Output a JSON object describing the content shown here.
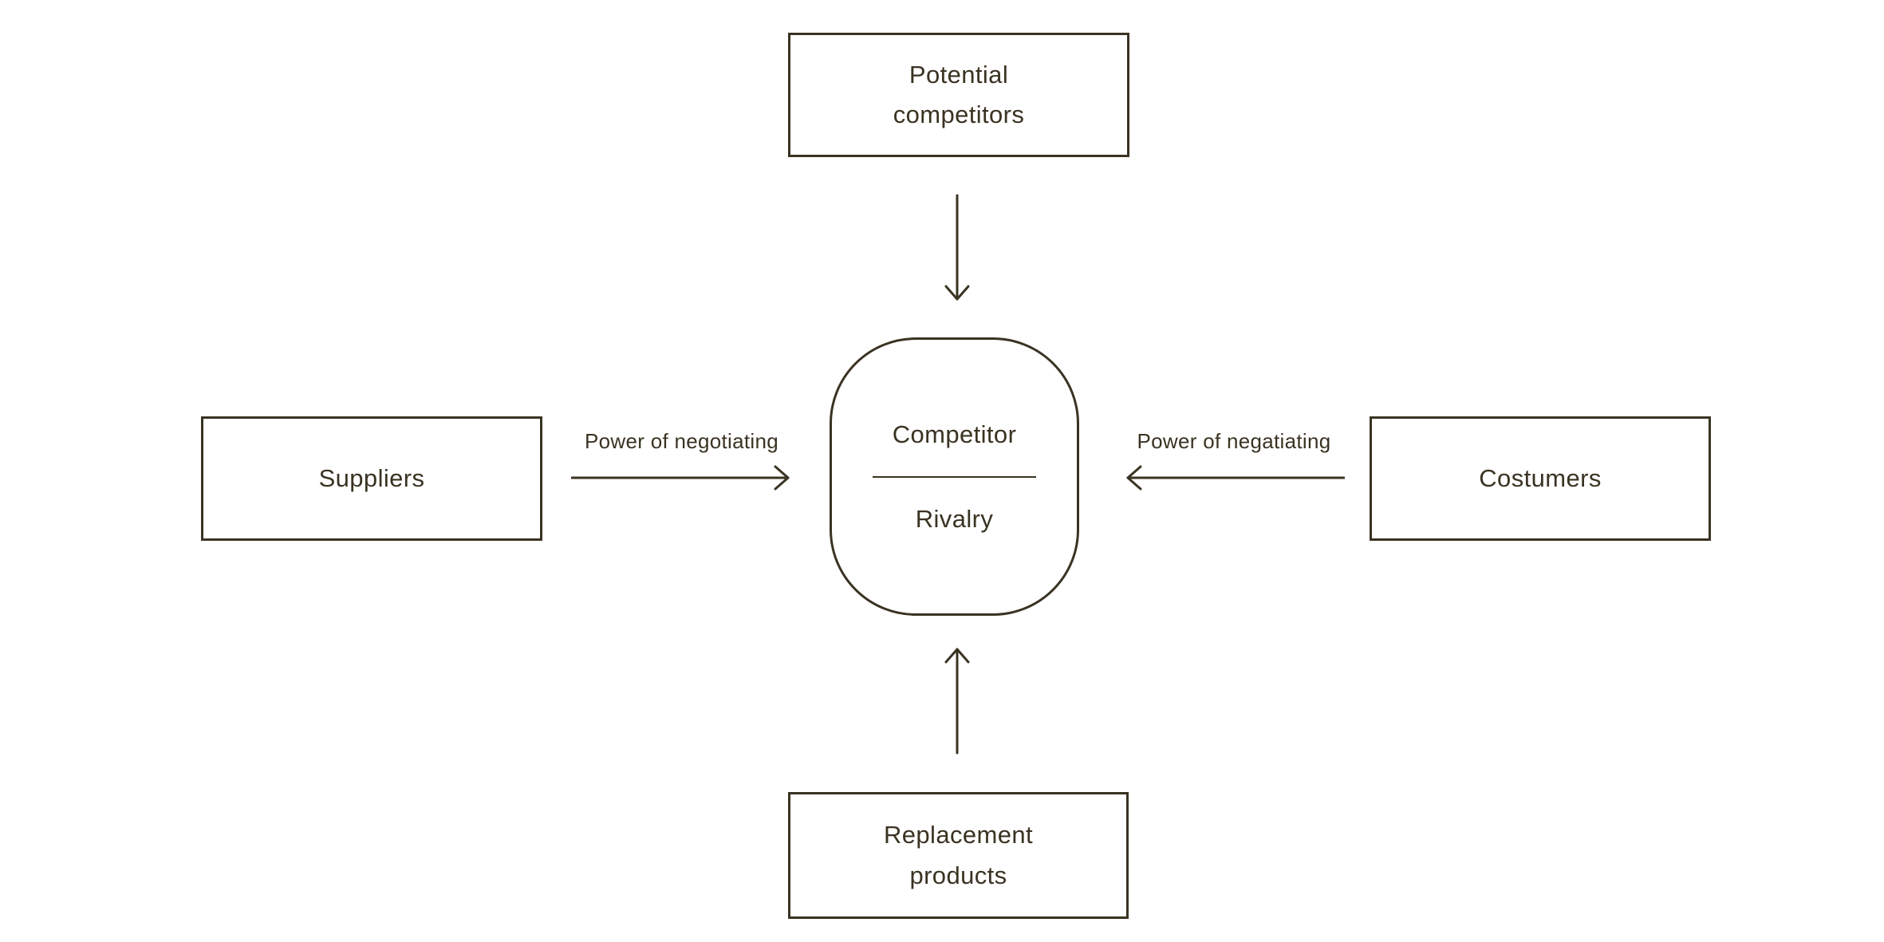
{
  "colors": {
    "ink": "#3a3323",
    "background": "#ffffff"
  },
  "nodes": {
    "top": {
      "label": "Potential\ncompetitors"
    },
    "left": {
      "label": "Suppliers"
    },
    "right": {
      "label": "Costumers"
    },
    "bottom": {
      "label": "Replacement\nproducts"
    },
    "center": {
      "title": "Competitor",
      "subtitle": "Rivalry"
    }
  },
  "edges": {
    "left": {
      "label": "Power of negotiating",
      "direction": "right",
      "from": "left",
      "to": "center"
    },
    "right": {
      "label": "Power of negatiating",
      "direction": "left",
      "from": "right",
      "to": "center"
    },
    "top": {
      "direction": "down",
      "from": "top",
      "to": "center"
    },
    "bottom": {
      "direction": "up",
      "from": "bottom",
      "to": "center"
    }
  }
}
